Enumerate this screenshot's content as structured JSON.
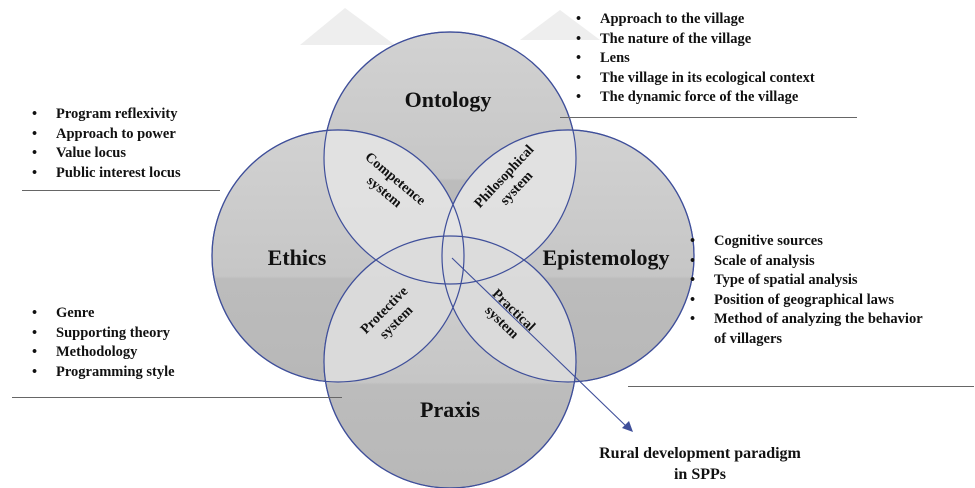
{
  "circles": {
    "top": "Ontology",
    "left": "Ethics",
    "right": "Epistemology",
    "bottom": "Praxis"
  },
  "overlaps": {
    "top_left": [
      "Competence",
      "system"
    ],
    "top_right": [
      "Philosophical",
      "system"
    ],
    "bottom_left": [
      "Protective",
      "system"
    ],
    "bottom_right": [
      "Practical",
      "system"
    ]
  },
  "lists": {
    "ontology": [
      "Approach to the village",
      "The nature of the village",
      "Lens",
      "The village in its ecological context",
      "The dynamic force of the village"
    ],
    "ethics": [
      "Program reflexivity",
      "Approach to power",
      "Value locus",
      "Public interest locus"
    ],
    "epistemology": [
      "Cognitive sources",
      "Scale of analysis",
      "Type of spatial analysis",
      "Position of geographical laws",
      "Method of analyzing the behavior"
    ],
    "epistemology_continuation": "of villagers",
    "praxis": [
      "Genre",
      "Supporting theory",
      "Methodology",
      "Programming style"
    ]
  },
  "paradigm": {
    "line1": "Rural development paradigm",
    "line2": "in SPPs"
  },
  "colors": {
    "circle_fill": "#c9c9c9",
    "circle_stroke": "#3f4f9a",
    "overlap_fill": "#e6e6e6",
    "arrow": "#3f4f9a"
  }
}
